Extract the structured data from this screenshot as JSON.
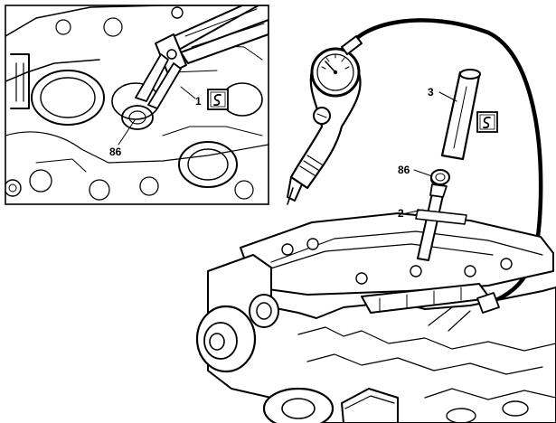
{
  "labels": {
    "inset_callout_1": "1",
    "inset_callout_86": "86",
    "callout_3": "3",
    "callout_86": "86",
    "callout_2": "2"
  },
  "icons": {
    "inset_tool_symbol": "special-tool-symbol-icon",
    "main_tool_symbol": "special-tool-symbol-icon"
  },
  "colors": {
    "ink": "#000000",
    "paper": "#ffffff"
  }
}
